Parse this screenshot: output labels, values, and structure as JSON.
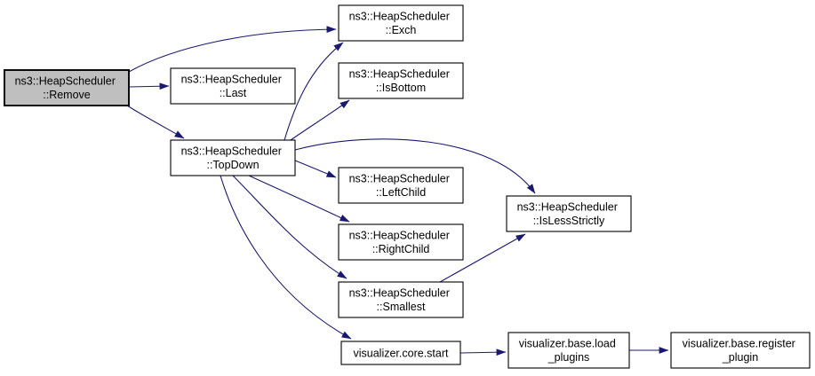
{
  "graph": {
    "type": "call-graph",
    "root": "remove",
    "nodes": {
      "remove": {
        "line1": "ns3::HeapScheduler",
        "line2": "::Remove",
        "highlighted": true
      },
      "last": {
        "line1": "ns3::HeapScheduler",
        "line2": "::Last",
        "highlighted": false
      },
      "exch": {
        "line1": "ns3::HeapScheduler",
        "line2": "::Exch",
        "highlighted": false
      },
      "isbottom": {
        "line1": "ns3::HeapScheduler",
        "line2": "::IsBottom",
        "highlighted": false
      },
      "topdown": {
        "line1": "ns3::HeapScheduler",
        "line2": "::TopDown",
        "highlighted": false
      },
      "leftchild": {
        "line1": "ns3::HeapScheduler",
        "line2": "::LeftChild",
        "highlighted": false
      },
      "rightchild": {
        "line1": "ns3::HeapScheduler",
        "line2": "::RightChild",
        "highlighted": false
      },
      "smallest": {
        "line1": "ns3::HeapScheduler",
        "line2": "::Smallest",
        "highlighted": false
      },
      "islessstrictly": {
        "line1": "ns3::HeapScheduler",
        "line2": "::IsLessStrictly",
        "highlighted": false
      },
      "corestart": {
        "line1": "visualizer.core.start",
        "highlighted": false
      },
      "loadplugins": {
        "line1": "visualizer.base.load",
        "line2": "_plugins",
        "highlighted": false
      },
      "registerplugin": {
        "line1": "visualizer.base.register",
        "line2": "_plugin",
        "highlighted": false
      }
    },
    "edges": [
      {
        "from": "remove",
        "to": "exch"
      },
      {
        "from": "remove",
        "to": "last"
      },
      {
        "from": "remove",
        "to": "topdown"
      },
      {
        "from": "topdown",
        "to": "exch"
      },
      {
        "from": "topdown",
        "to": "isbottom"
      },
      {
        "from": "topdown",
        "to": "islessstrictly"
      },
      {
        "from": "topdown",
        "to": "leftchild"
      },
      {
        "from": "topdown",
        "to": "rightchild"
      },
      {
        "from": "topdown",
        "to": "smallest"
      },
      {
        "from": "topdown",
        "to": "corestart"
      },
      {
        "from": "smallest",
        "to": "islessstrictly"
      },
      {
        "from": "corestart",
        "to": "loadplugins"
      },
      {
        "from": "loadplugins",
        "to": "registerplugin"
      }
    ]
  },
  "colors": {
    "edge": "#191970",
    "node_fill": "#ffffff",
    "node_border": "#000000",
    "highlight_fill": "#bfbfbf",
    "text": "#000000",
    "background": "#ffffff"
  }
}
